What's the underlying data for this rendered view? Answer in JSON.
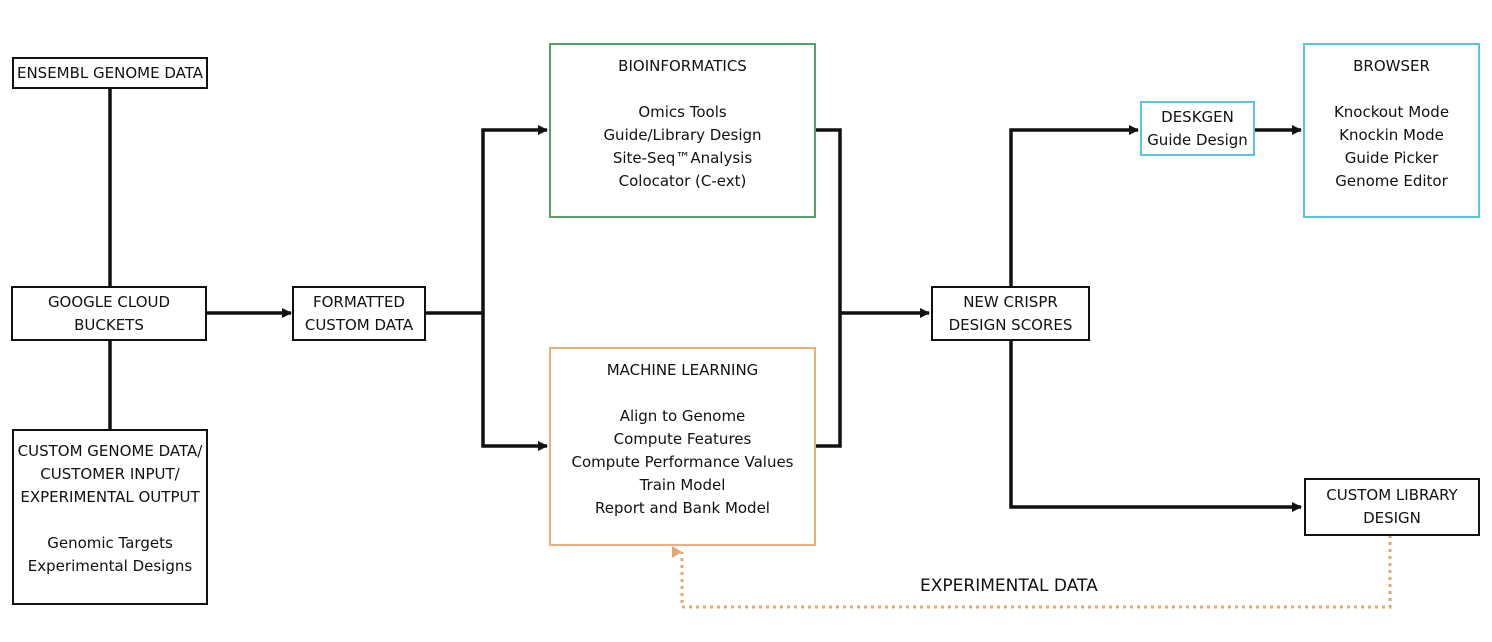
{
  "colors": {
    "line": "#111111",
    "bioinformatics_border": "#5a9e67",
    "machine_learning_border": "#e9b07f",
    "deskgen_border": "#5dc1e3",
    "browser_border": "#5dc1e3",
    "feedback_line": "#e3a86c"
  },
  "nodes": {
    "ensembl": {
      "lines": [
        "ENSEMBL GENOME DATA"
      ]
    },
    "google_cloud": {
      "lines": [
        "GOOGLE CLOUD",
        "BUCKETS"
      ]
    },
    "custom_genome": {
      "lines": [
        "CUSTOM GENOME DATA/",
        "CUSTOMER INPUT/",
        "EXPERIMENTAL OUTPUT"
      ],
      "items": [
        "Genomic Targets",
        "Experimental Designs"
      ]
    },
    "formatted": {
      "lines": [
        "FORMATTED",
        "CUSTOM DATA"
      ]
    },
    "bioinformatics": {
      "title": "BIOINFORMATICS",
      "items": [
        "Omics Tools",
        "Guide/Library Design",
        "Site-Seq™Analysis",
        "Colocator (C-ext)"
      ]
    },
    "machine_learning": {
      "title": "MACHINE LEARNING",
      "items": [
        "Align to Genome",
        "Compute Features",
        "Compute Performance Values",
        "Train Model",
        "Report and Bank Model"
      ]
    },
    "crispr_scores": {
      "lines": [
        "NEW CRISPR",
        "DESIGN SCORES"
      ]
    },
    "deskgen": {
      "lines": [
        "DESKGEN",
        "Guide Design"
      ]
    },
    "browser": {
      "title": "BROWSER",
      "items": [
        "Knockout Mode",
        "Knockin Mode",
        "Guide Picker",
        "Genome Editor"
      ]
    },
    "custom_library": {
      "lines": [
        "CUSTOM LIBRARY",
        "DESIGN"
      ]
    }
  },
  "edges": {
    "experimental_data_label": "EXPERIMENTAL DATA"
  }
}
